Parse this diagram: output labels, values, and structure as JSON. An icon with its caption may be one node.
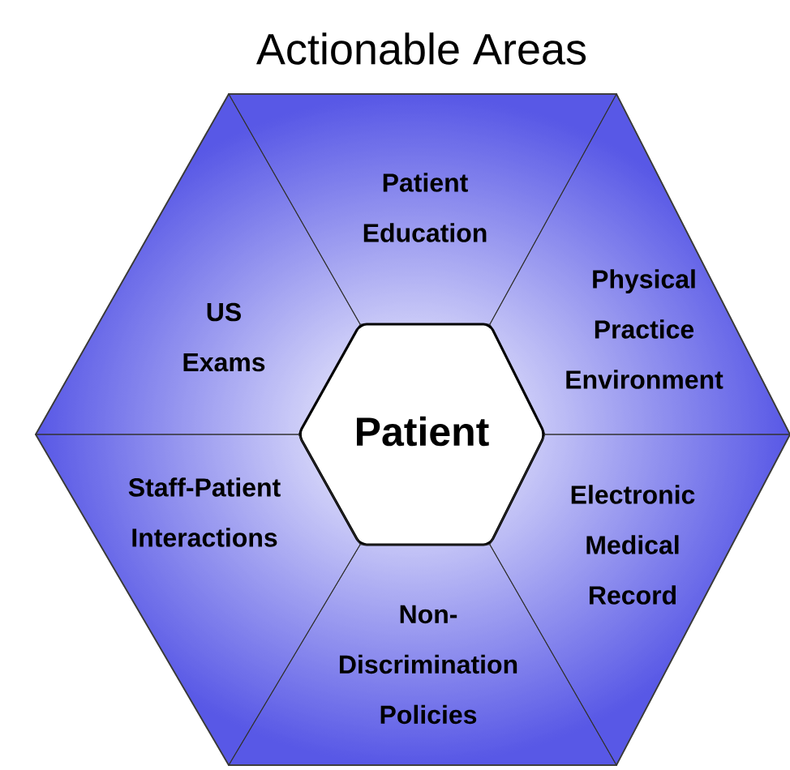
{
  "diagram": {
    "title": "Actionable Areas",
    "nodes": [
      {
        "text": [
          "Patient Education"
        ]
      },
      {
        "text": [
          "US Exams"
        ]
      },
      {
        "text": [
          "Physical Practice Environment"
        ]
      },
      {
        "text": [
          "Patient"
        ]
      },
      {
        "text": [
          "Staff-Patient Interactions"
        ]
      },
      {
        "text": [
          "Electronic Medical Record"
        ]
      },
      {
        "text": [
          "Non-Discrimination Policies"
        ]
      }
    ]
  }
}
